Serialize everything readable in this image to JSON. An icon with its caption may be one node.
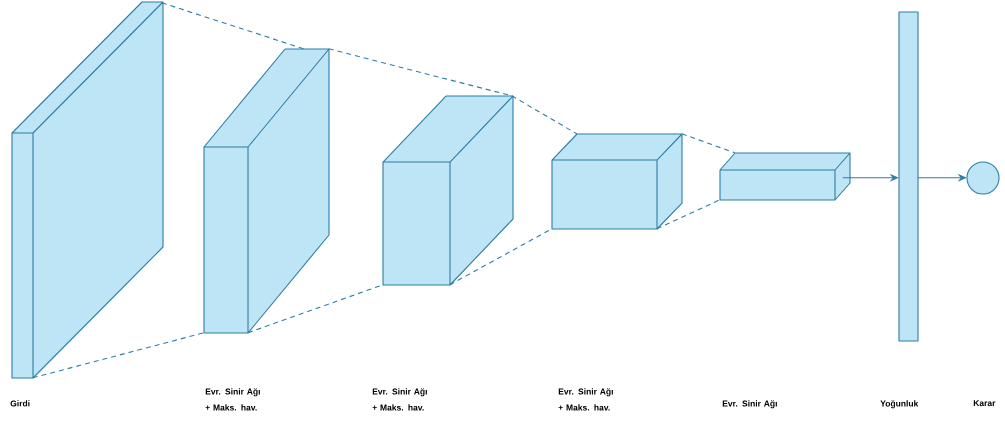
{
  "diagram": {
    "nodes": [
      {
        "text": [],
        "shape": "box"
      },
      {
        "text": [],
        "shape": "box"
      },
      {
        "text": [],
        "shape": "box"
      },
      {
        "text": [],
        "shape": "box"
      },
      {
        "text": [],
        "shape": "box"
      },
      {
        "text": [],
        "shape": "bar"
      },
      {
        "text": [],
        "shape": "circle"
      }
    ],
    "labels": [
      "Girdi",
      "Evr. Sinir Ağı + Maks. hav.",
      "Evr. Sinir Ağı + Maks. hav.",
      "Evr. Sinir Ağı + Maks. hav.",
      "Evr. Sinir Ağı",
      "Yoğunluk",
      "Karar"
    ],
    "edges": [
      {
        "from": 0,
        "to": 1,
        "arrow": "none",
        "style": "dashed"
      },
      {
        "from": 0,
        "to": 1,
        "arrow": "none",
        "style": "dashed"
      },
      {
        "from": 1,
        "to": 2,
        "arrow": "none",
        "style": "dashed"
      },
      {
        "from": 1,
        "to": 2,
        "arrow": "none",
        "style": "dashed"
      },
      {
        "from": 2,
        "to": 3,
        "arrow": "none",
        "style": "dashed"
      },
      {
        "from": 2,
        "to": 3,
        "arrow": "none",
        "style": "dashed"
      },
      {
        "from": 3,
        "to": 4,
        "arrow": "none",
        "style": "dashed"
      },
      {
        "from": 3,
        "to": 4,
        "arrow": "none",
        "style": "dashed"
      },
      {
        "from": 4,
        "to": 5,
        "arrow": "to"
      },
      {
        "from": 5,
        "to": 6,
        "arrow": "to"
      }
    ]
  }
}
